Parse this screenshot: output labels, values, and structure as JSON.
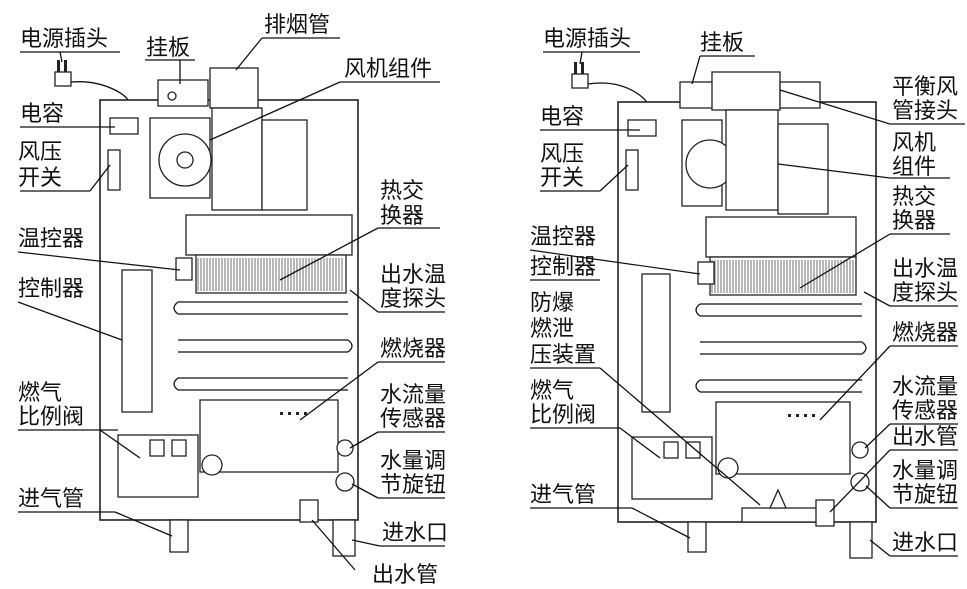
{
  "left": {
    "labels": {
      "power_plug": "电源插头",
      "wall_plate": "挂板",
      "flue_pipe": "排烟管",
      "fan_assembly": "风机组件",
      "capacitor": "电容",
      "air_pressure_switch": [
        "风压",
        "开关"
      ],
      "heat_exchanger": [
        "热交",
        "换器"
      ],
      "thermostat": "温控器",
      "outlet_temp_probe": [
        "出水温",
        "度探头"
      ],
      "controller": "控制器",
      "burner": "燃烧器",
      "gas_valve": [
        "燃气",
        "比例阀"
      ],
      "water_flow_sensor": [
        "水流量",
        "传感器"
      ],
      "water_adjust_knob": [
        "水量调",
        "节旋钮"
      ],
      "gas_inlet_pipe": "进气管",
      "water_inlet": "进水口",
      "water_outlet_pipe": "出水管"
    }
  },
  "right": {
    "labels": {
      "power_plug": "电源插头",
      "wall_plate": "挂板",
      "balanced_flue_connector": [
        "平衡风",
        "管接头"
      ],
      "capacitor": "电容",
      "fan_assembly": [
        "风机",
        "组件"
      ],
      "air_pressure_switch": [
        "风压",
        "开关"
      ],
      "heat_exchanger": [
        "热交",
        "换器"
      ],
      "thermostat": "温控器",
      "controller": "控制器",
      "outlet_temp_probe": [
        "出水温",
        "度探头"
      ],
      "pressure_relief": [
        "防爆",
        "燃泄",
        "压装置"
      ],
      "burner": "燃烧器",
      "water_flow_sensor": [
        "水流量",
        "传感器"
      ],
      "gas_valve": [
        "燃气",
        "比例阀"
      ],
      "water_outlet_pipe": "出水管",
      "water_adjust_knob": [
        "水量调",
        "节旋钮"
      ],
      "gas_inlet_pipe": "进气管",
      "water_inlet": "进水口"
    }
  }
}
